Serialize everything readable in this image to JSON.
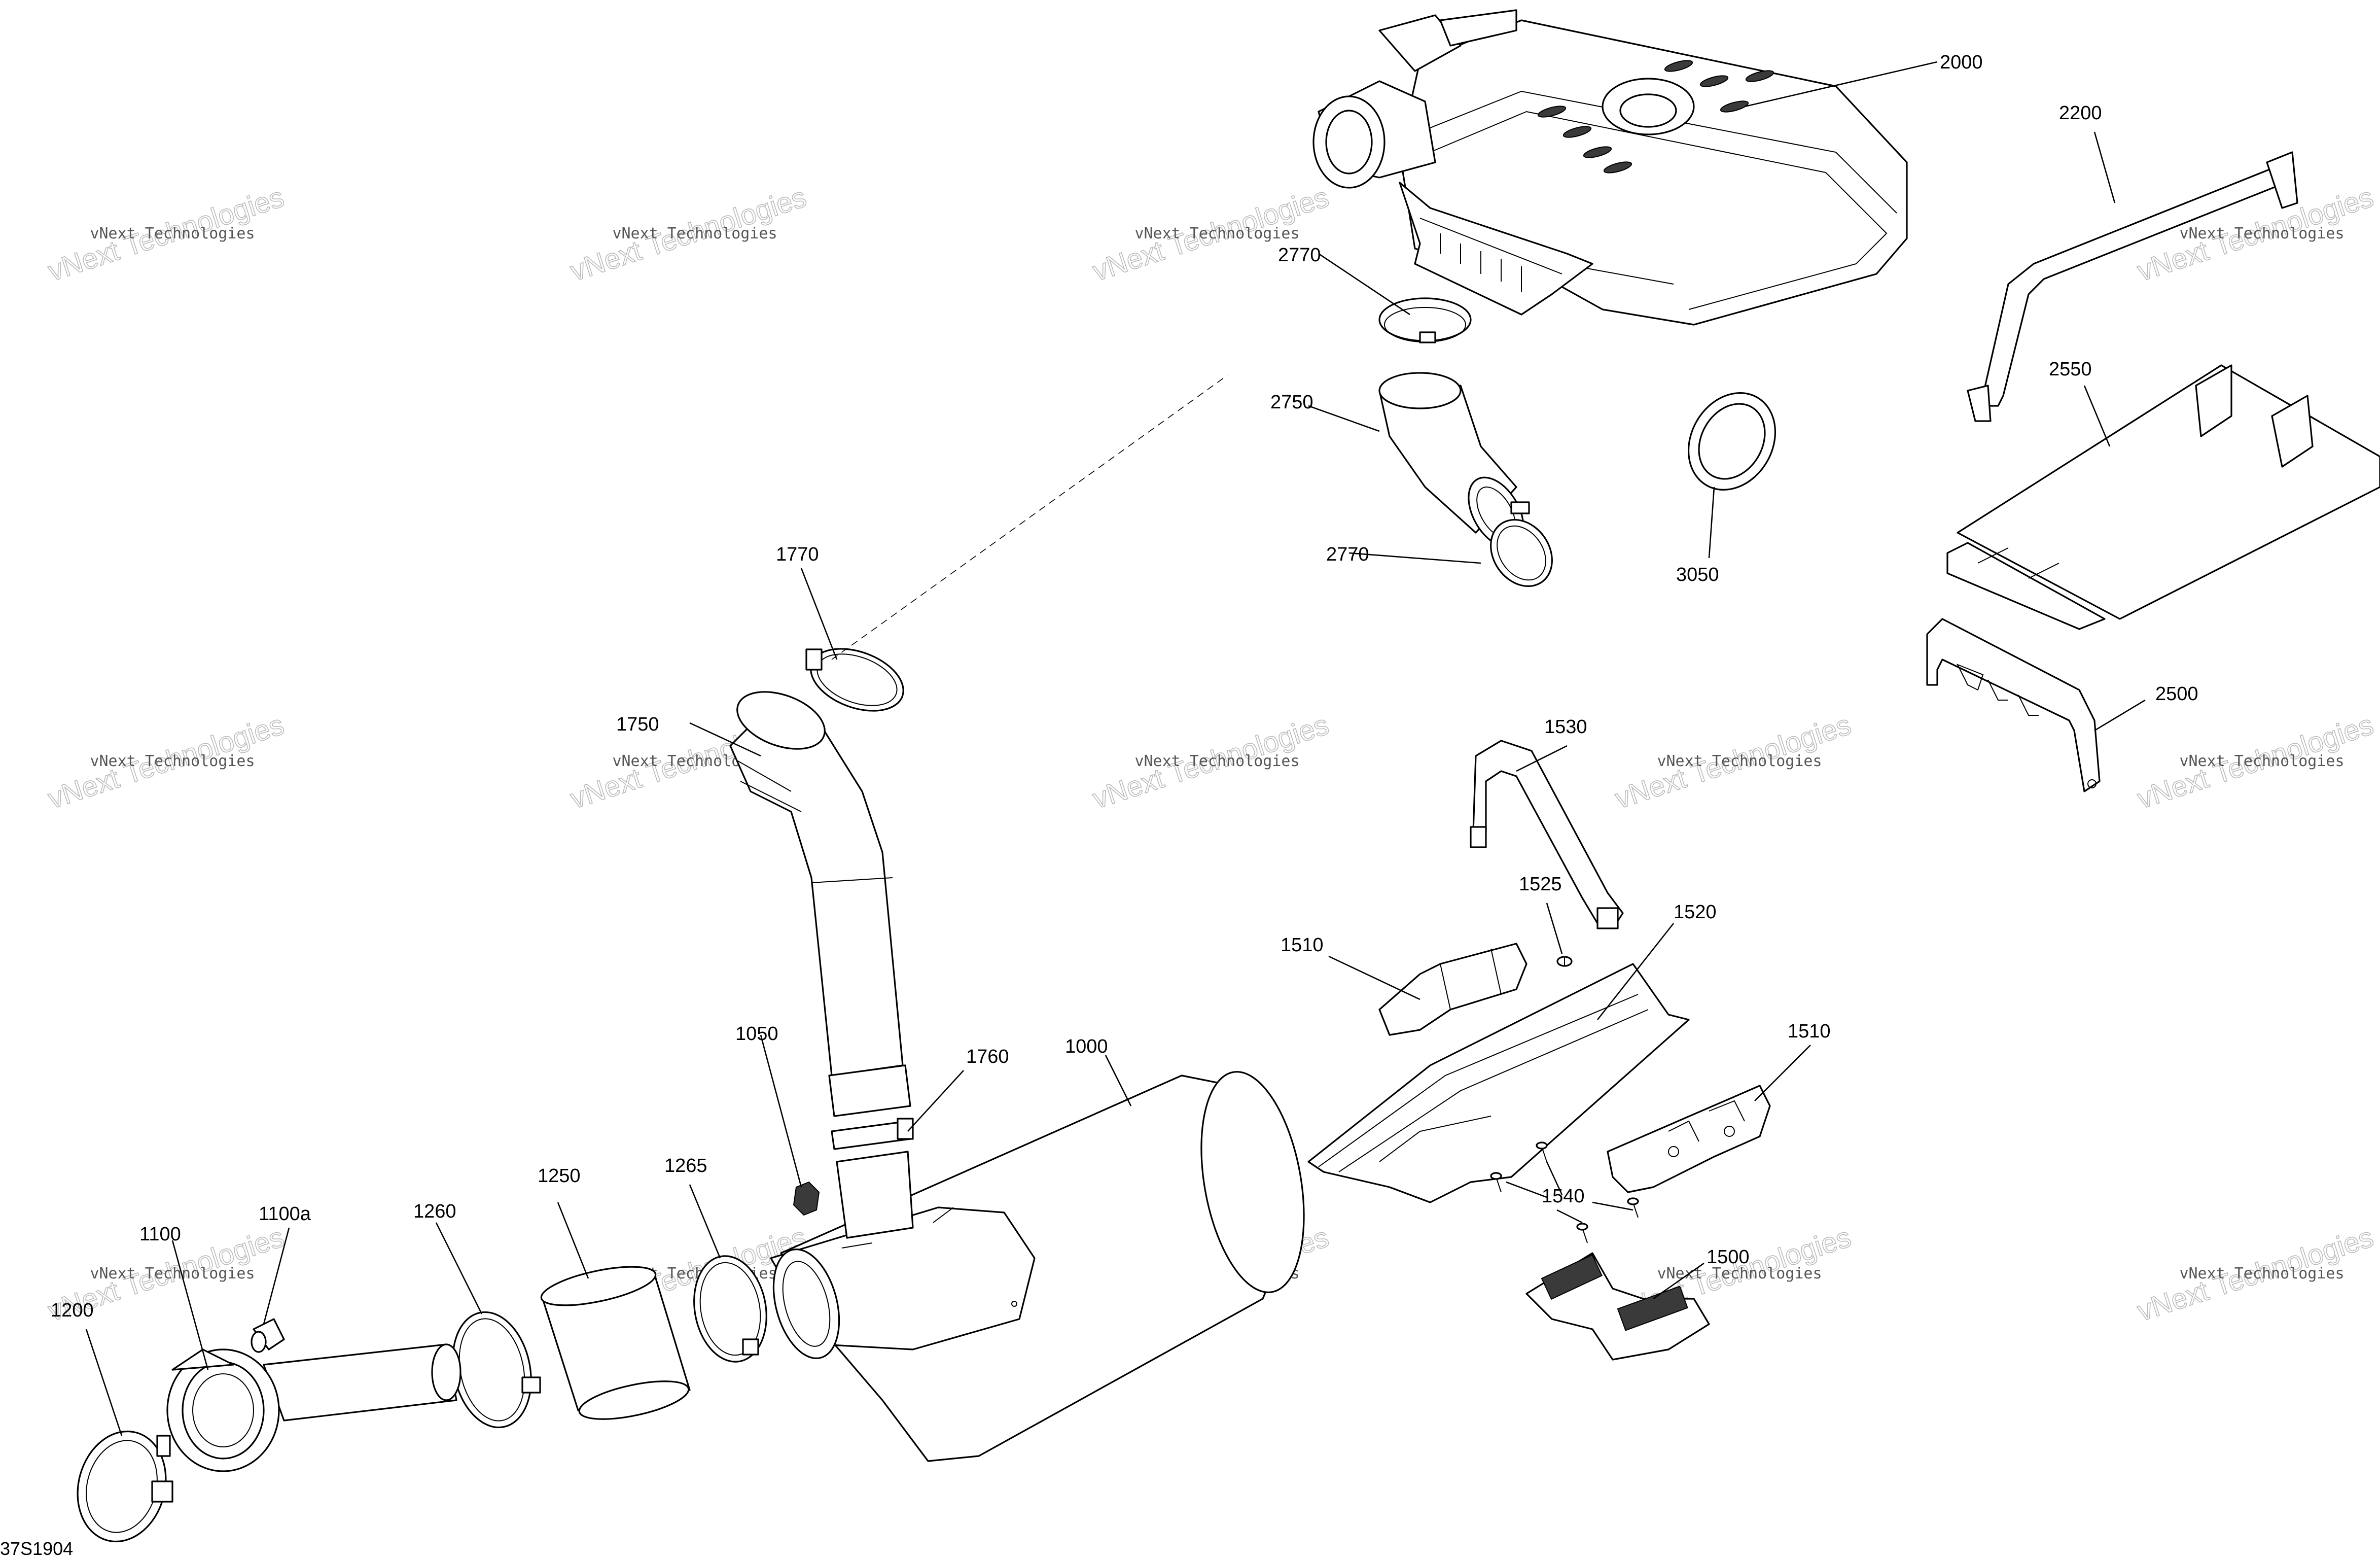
{
  "diagram": {
    "reference_code": "37S1904",
    "watermark_line1": "vNext Technologies",
    "watermark_big": "vNext Technologies",
    "callouts": [
      {
        "id": "2000",
        "label": "2000"
      },
      {
        "id": "2200",
        "label": "2200"
      },
      {
        "id": "2550",
        "label": "2550"
      },
      {
        "id": "2500",
        "label": "2500"
      },
      {
        "id": "2770a",
        "label": "2770"
      },
      {
        "id": "2750",
        "label": "2750"
      },
      {
        "id": "2770b",
        "label": "2770"
      },
      {
        "id": "3050",
        "label": "3050"
      },
      {
        "id": "1770",
        "label": "1770"
      },
      {
        "id": "1750",
        "label": "1750"
      },
      {
        "id": "1530",
        "label": "1530"
      },
      {
        "id": "1525",
        "label": "1525"
      },
      {
        "id": "1520",
        "label": "1520"
      },
      {
        "id": "1510a",
        "label": "1510"
      },
      {
        "id": "1510b",
        "label": "1510"
      },
      {
        "id": "1050",
        "label": "1050"
      },
      {
        "id": "1760",
        "label": "1760"
      },
      {
        "id": "1000",
        "label": "1000"
      },
      {
        "id": "1100a",
        "label": "1100a"
      },
      {
        "id": "1100",
        "label": "1100"
      },
      {
        "id": "1260",
        "label": "1260"
      },
      {
        "id": "1250",
        "label": "1250"
      },
      {
        "id": "1265",
        "label": "1265"
      },
      {
        "id": "1200",
        "label": "1200"
      },
      {
        "id": "1540",
        "label": "1540"
      },
      {
        "id": "1500",
        "label": "1500"
      }
    ]
  }
}
